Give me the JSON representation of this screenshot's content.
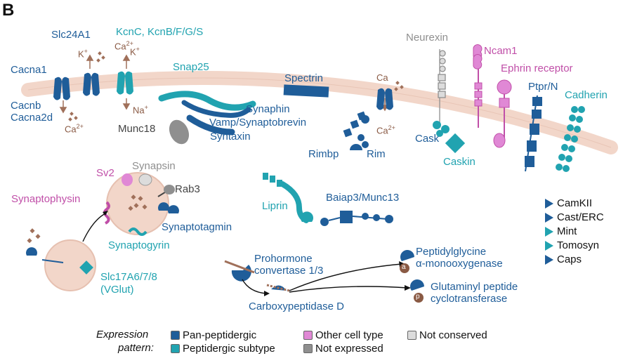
{
  "panel_label": "B",
  "colors": {
    "pan_peptidergic": "#1f5d99",
    "peptidergic_subtype": "#21a3b0",
    "other_cell_type": "#e088d5",
    "not_conserved": "#dcdcdc",
    "not_expressed": "#8f8f8f",
    "ion": "#a0705a",
    "membrane": "#f2d6c9"
  },
  "labels": {
    "slc24a1": "Slc24A1",
    "kcn": "KcnC, KcnB/F/G/S",
    "cacna1": "Cacna1",
    "cacnb": "Cacnb",
    "cacna2d": "Cacna2d",
    "snap25": "Snap25",
    "spectrin": "Spectrin",
    "neurexin": "Neurexin",
    "ncam1": "Ncam1",
    "ephrin": "Ephrin receptor",
    "ptpr": "Ptpr/N",
    "cadherin": "Cadherin",
    "synaphin": "Synaphin",
    "vamp": "Vamp/Synaptobrevin",
    "syntaxin": "Syntaxin",
    "munc18": "Munc18",
    "rimbp": "Rimbp",
    "rim": "Rim",
    "cask": "Cask",
    "caskin": "Caskin",
    "sv2": "Sv2",
    "synapsin": "Synapsin",
    "rab3": "Rab3",
    "synaptophysin": "Synaptophysin",
    "synaptotagmin": "Synaptotagmin",
    "synaptogyrin": "Synaptogyrin",
    "slc17a": "Slc17A6/7/8",
    "vglut": "(VGlut)",
    "liprin": "Liprin",
    "baiap3": "Baiap3/Munc13",
    "prohormone_1": "Prohormone",
    "prohormone_2": "convertase 1/3",
    "carboxypeptidase": "Carboxypeptidase D",
    "pam_1": "Peptidylglycine",
    "pam_2": "α-monooxygenase",
    "qpct_1": "Glutaminyl peptide",
    "qpct_2": "cyclotransferase",
    "enzyme_a": "a",
    "enzyme_p": "p"
  },
  "ions": {
    "k_plus": "K",
    "k_plus_2": "K",
    "ca_2plus": "Ca",
    "na_plus": "Na",
    "ca_2plus_left": "Ca",
    "ca_top": "Ca",
    "ca_2plus_rim": "Ca",
    "plus": "+",
    "two_plus": "2+"
  },
  "side_list": [
    "CamKII",
    "Cast/ERC",
    "Mint",
    "Tomosyn",
    "Caps"
  ],
  "legend": {
    "title_1": "Expression",
    "title_2": "pattern:",
    "items": [
      {
        "label": "Pan-peptidergic",
        "color": "#1f5d99"
      },
      {
        "label": "Other cell type",
        "color": "#e088d5"
      },
      {
        "label": "Not conserved",
        "color": "#dcdcdc"
      },
      {
        "label": "Peptidergic subtype",
        "color": "#21a3b0"
      },
      {
        "label": "Not expressed",
        "color": "#8f8f8f"
      }
    ]
  }
}
